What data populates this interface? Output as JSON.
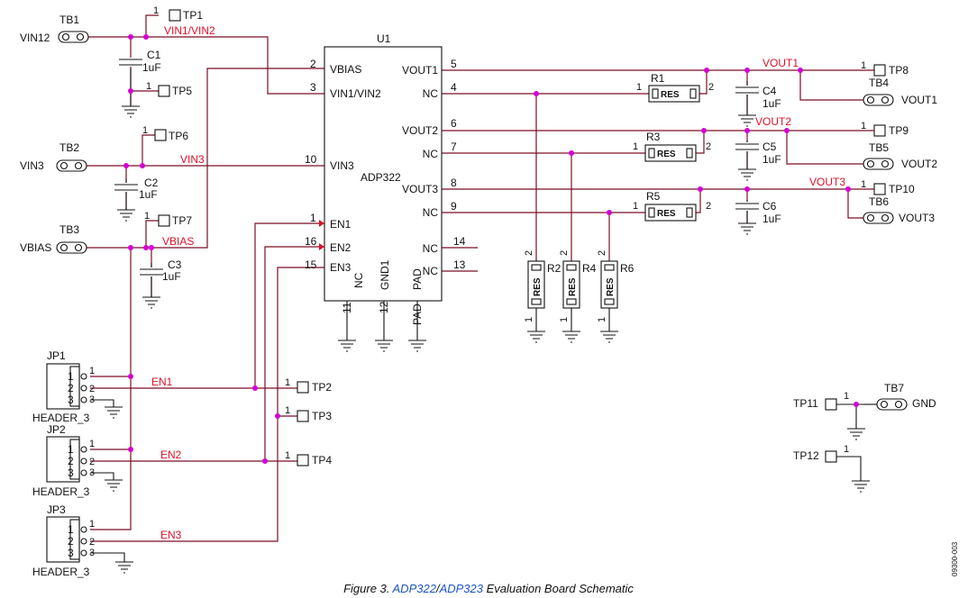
{
  "ic": {
    "ref": "U1",
    "part": "ADP322",
    "pins": {
      "p2": "2",
      "p3": "3",
      "p10": "10",
      "p1": "1",
      "p16": "16",
      "p15": "15",
      "p5": "5",
      "p4": "4",
      "p6": "6",
      "p7": "7",
      "p8": "8",
      "p9": "9",
      "p14": "14",
      "p13": "13",
      "p11": "11",
      "p12": "12"
    },
    "pin_labels": {
      "vbias": "VBIAS",
      "vin12": "VIN1/VIN2",
      "vin3": "VIN3",
      "en1": "EN1",
      "en2": "EN2",
      "en3": "EN3",
      "vout1": "VOUT1",
      "vout2": "VOUT2",
      "vout3": "VOUT3",
      "nc": "NC",
      "gnd1": "GND1",
      "pad": "PAD"
    }
  },
  "connectors": {
    "tb1": "TB1",
    "tb2": "TB2",
    "tb3": "TB3",
    "tb4": "TB4",
    "tb5": "TB5",
    "tb6": "TB6",
    "tb7": "TB7",
    "vin12": "VIN12",
    "vin3": "VIN3",
    "vbias": "VBIAS",
    "vout1": "VOUT1",
    "vout2": "VOUT2",
    "vout3": "VOUT3",
    "gnd": "GND"
  },
  "testpoints": {
    "tp1": "TP1",
    "tp2": "TP2",
    "tp3": "TP3",
    "tp4": "TP4",
    "tp5": "TP5",
    "tp6": "TP6",
    "tp7": "TP7",
    "tp8": "TP8",
    "tp9": "TP9",
    "tp10": "TP10",
    "tp11": "TP11",
    "tp12": "TP12"
  },
  "caps": {
    "c1": "C1",
    "c2": "C2",
    "c3": "C3",
    "c4": "C4",
    "c5": "C5",
    "c6": "C6",
    "value": "1uF"
  },
  "resistors": {
    "r1": "R1",
    "r2": "R2",
    "r3": "R3",
    "r4": "R4",
    "r5": "R5",
    "r6": "R6",
    "body": "RES"
  },
  "headers": {
    "jp1": "JP1",
    "jp2": "JP2",
    "jp3": "JP3",
    "type": "HEADER_3"
  },
  "nets": {
    "vin12": "VIN1/VIN2",
    "vin3": "VIN3",
    "vbias": "VBIAS",
    "en1": "EN1",
    "en2": "EN2",
    "en3": "EN3",
    "vout1": "VOUT1",
    "vout2": "VOUT2",
    "vout3": "VOUT3"
  },
  "nums": {
    "one": "1",
    "two": "2",
    "three": "3"
  },
  "caption": {
    "prefix": "Figure 3. ",
    "part1": "ADP322",
    "slash": "/",
    "part2": "ADP323",
    "suffix": " Evaluation Board Schematic"
  },
  "docid": "09300-003"
}
